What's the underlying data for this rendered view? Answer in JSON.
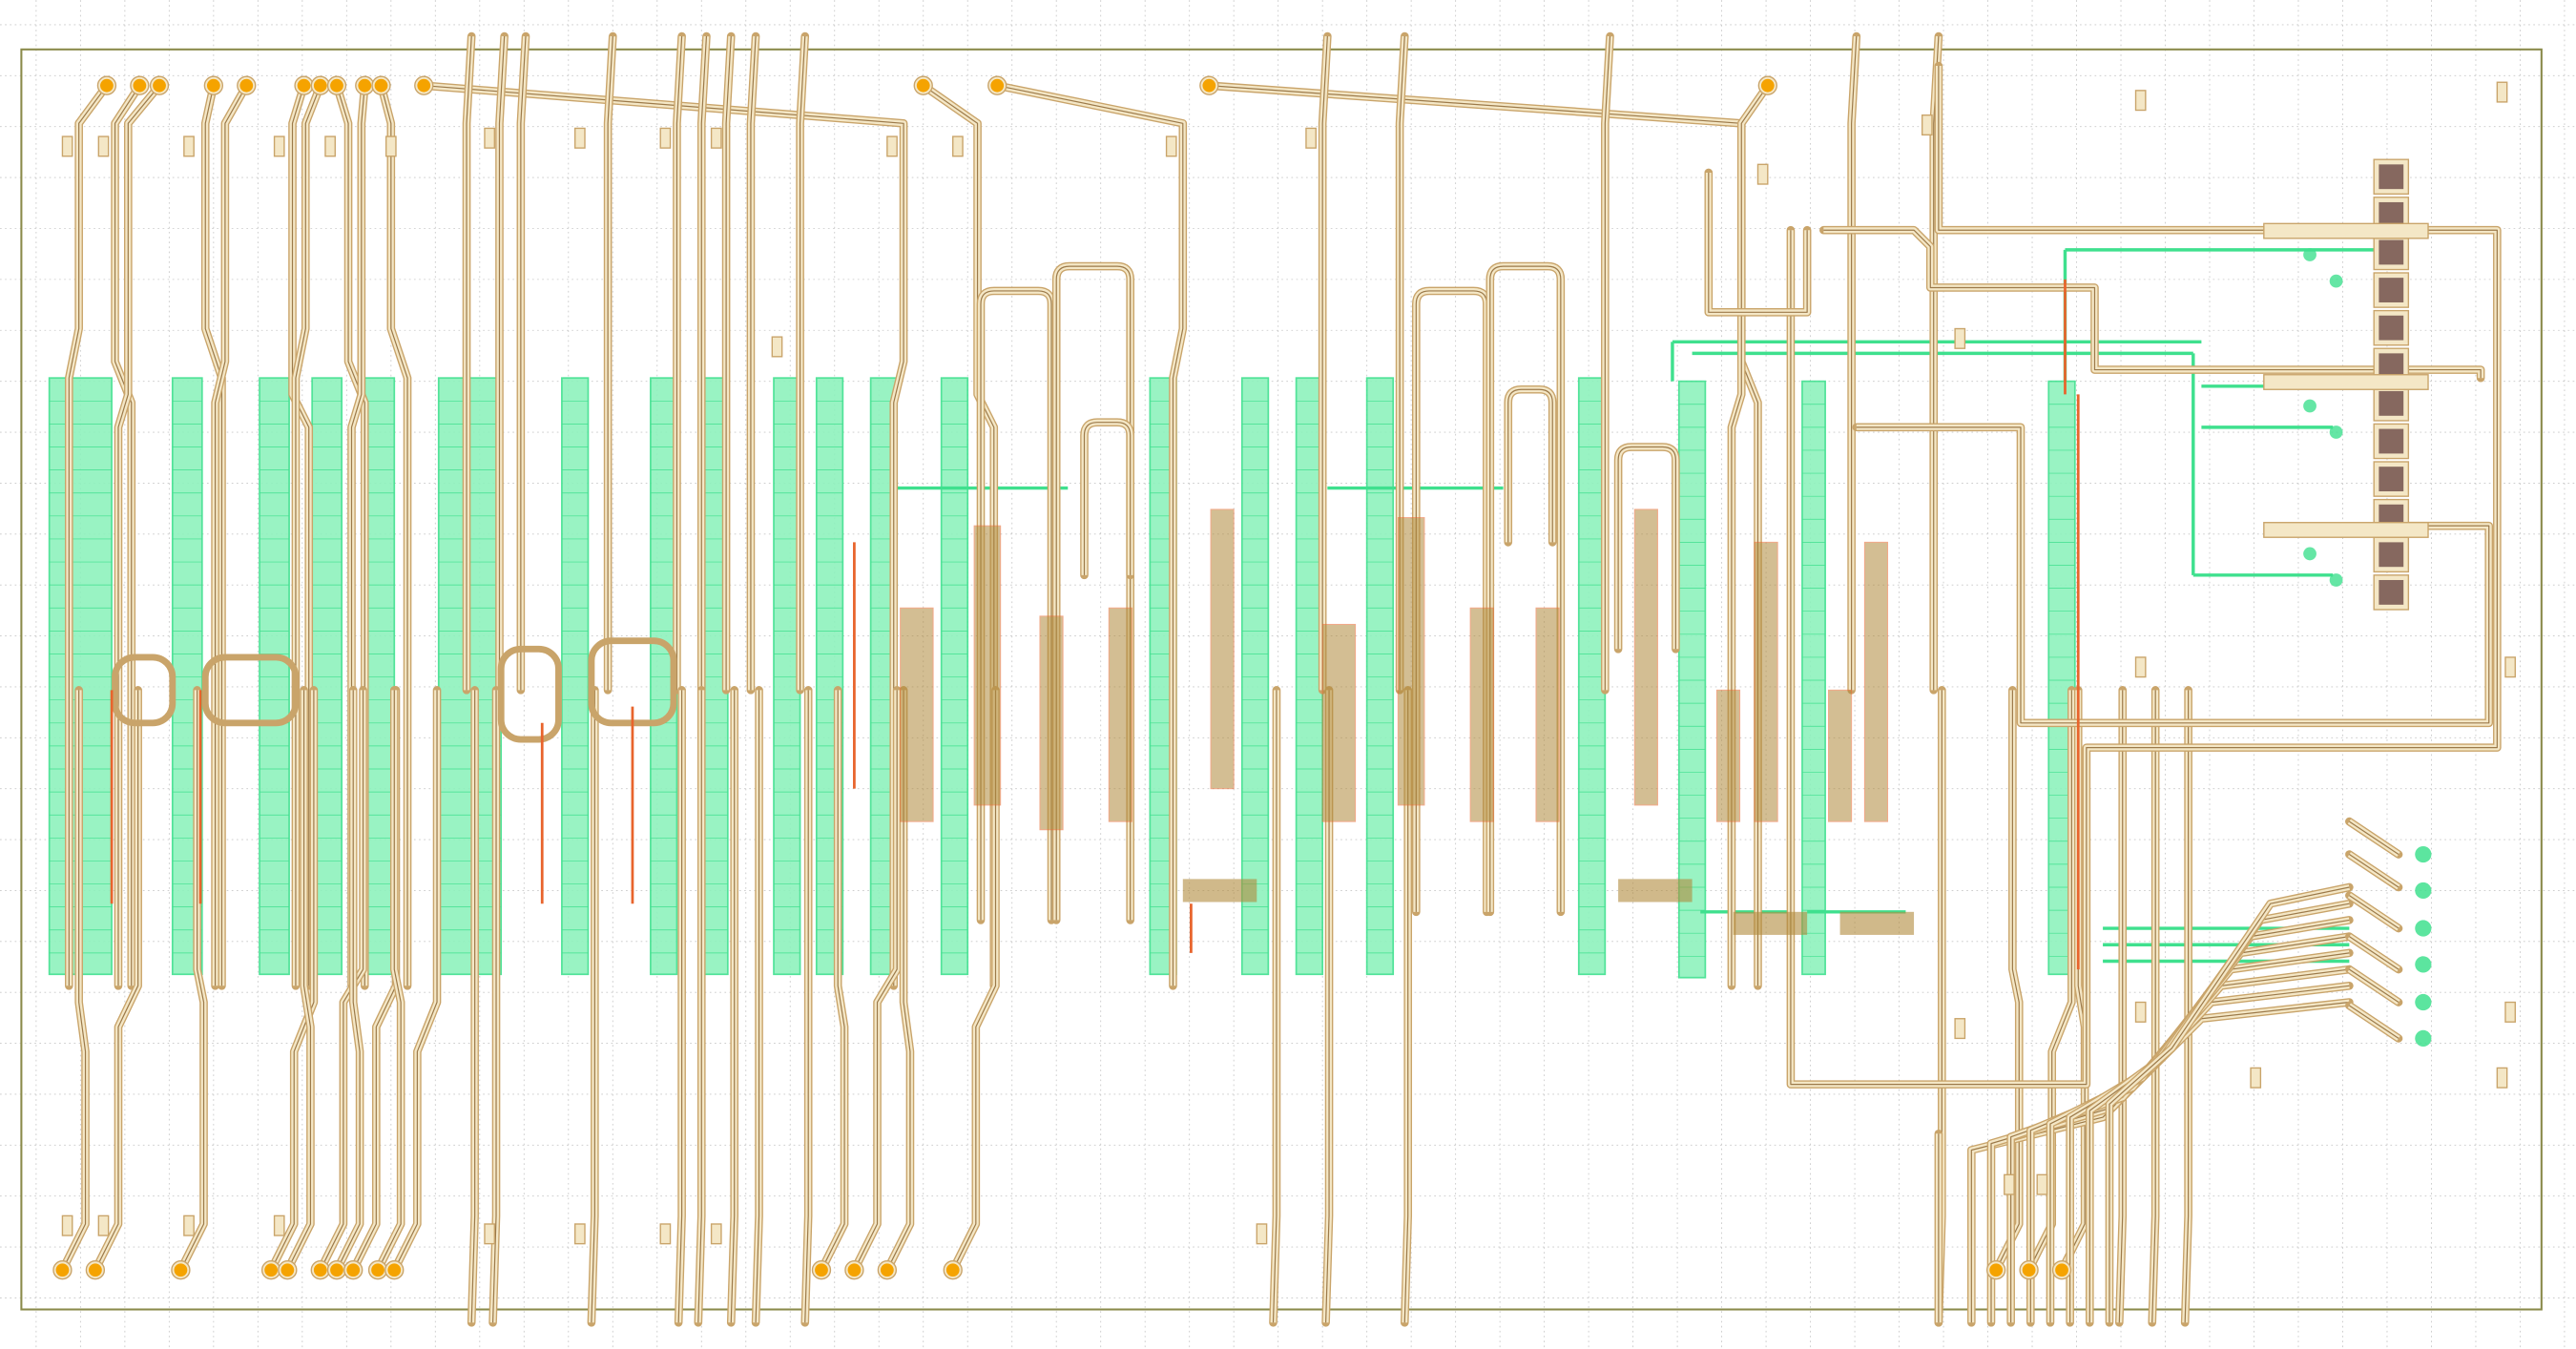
{
  "layout_view": {
    "colors": {
      "background": "#ffffff",
      "grid": "#c8c8c8",
      "die_border": "#8a8a4a",
      "waveguide_outline": "#c9a46a",
      "waveguide_fill": "#f4e7c6",
      "waveguide_core": "#9c7a4a",
      "grating_coupler": "#f5a300",
      "heater_green": "#3fe08e",
      "heater_green_fill": "#8ef2bd",
      "metal_red": "#e8642c",
      "bond_pad": "#86685f",
      "taper_brown": "#b08a3c"
    },
    "icons": [
      "grating-coupler",
      "bond-pad",
      "heater-block",
      "waveguide"
    ]
  }
}
